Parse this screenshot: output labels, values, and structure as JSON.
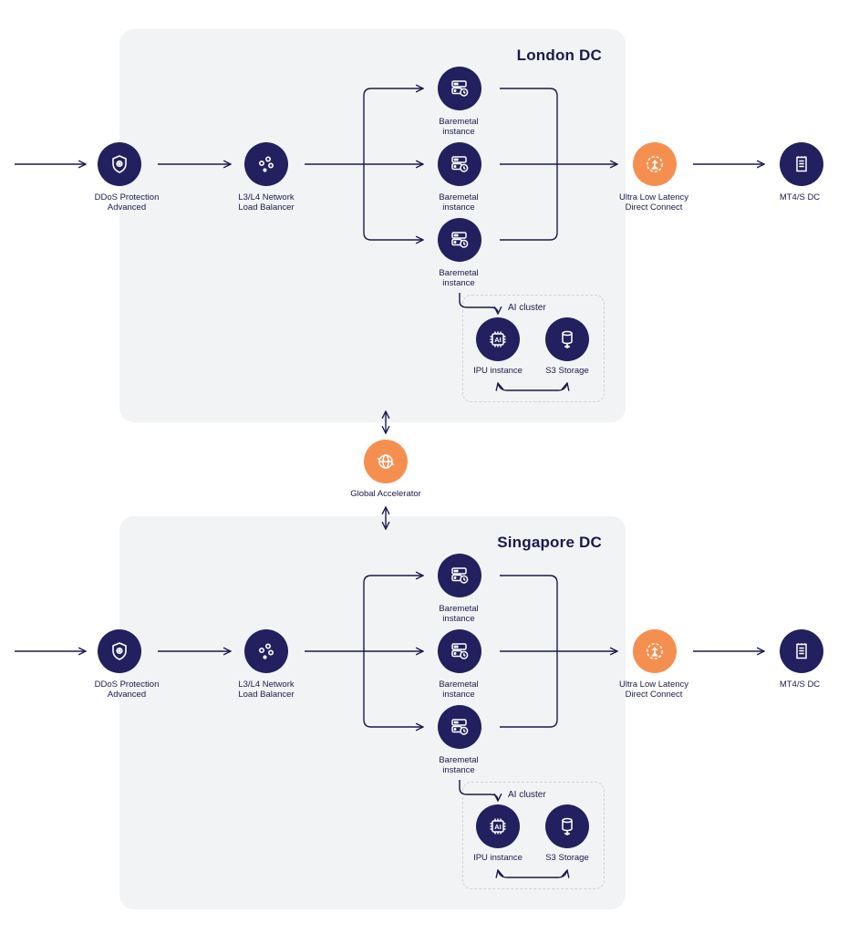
{
  "global_accelerator": {
    "label": "Global Accelerator",
    "icon": "globe-icon"
  },
  "regions": [
    {
      "title": "London DC",
      "ddos": {
        "line1": "DDoS Protection",
        "line2": "Advanced",
        "icon": "shield-icon"
      },
      "load_balancer": {
        "line1": "L3/L4 Network",
        "line2": "Load Balancer",
        "icon": "nodes-icon"
      },
      "baremetal": [
        {
          "line1": "Baremetal",
          "line2": "instance",
          "icon": "server-clock-icon"
        },
        {
          "line1": "Baremetal",
          "line2": "instance",
          "icon": "server-clock-icon"
        },
        {
          "line1": "Baremetal",
          "line2": "instance",
          "icon": "server-clock-icon"
        }
      ],
      "direct_connect": {
        "line1": "Ultra Low Latency",
        "line2": "Direct Connect",
        "icon": "upload-circle-icon"
      },
      "destination": {
        "label": "MT4/S DC",
        "icon": "document-stack-icon"
      },
      "ai_cluster": {
        "label": "AI cluster",
        "ipu": {
          "label": "IPU instance",
          "chip_text": "AI",
          "icon": "ai-chip-icon"
        },
        "storage": {
          "label": "S3 Storage",
          "icon": "database-icon"
        }
      }
    },
    {
      "title": "Singapore DC",
      "ddos": {
        "line1": "DDoS Protection",
        "line2": "Advanced",
        "icon": "shield-icon"
      },
      "load_balancer": {
        "line1": "L3/L4 Network",
        "line2": "Load Balancer",
        "icon": "nodes-icon"
      },
      "baremetal": [
        {
          "line1": "Baremetal",
          "line2": "instance",
          "icon": "server-clock-icon"
        },
        {
          "line1": "Baremetal",
          "line2": "instance",
          "icon": "server-clock-icon"
        },
        {
          "line1": "Baremetal",
          "line2": "instance",
          "icon": "server-clock-icon"
        }
      ],
      "direct_connect": {
        "line1": "Ultra Low Latency",
        "line2": "Direct Connect",
        "icon": "upload-circle-icon"
      },
      "destination": {
        "label": "MT4/S DC",
        "icon": "document-stack-icon"
      },
      "ai_cluster": {
        "label": "AI cluster",
        "ipu": {
          "label": "IPU instance",
          "chip_text": "AI",
          "icon": "ai-chip-icon"
        },
        "storage": {
          "label": "S3 Storage",
          "icon": "database-icon"
        }
      }
    }
  ],
  "colors": {
    "navy": "#22205e",
    "orange": "#f58f4f",
    "panel": "#f2f3f5",
    "line": "#1b1a4a"
  }
}
